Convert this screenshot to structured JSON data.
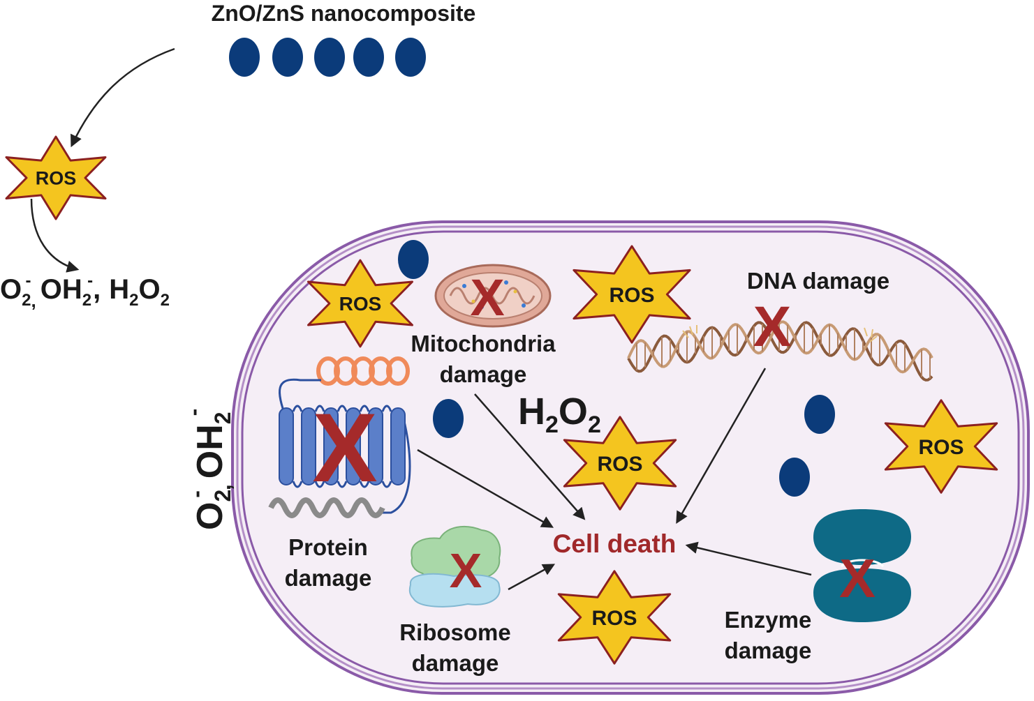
{
  "nanocomposite": {
    "label": "ZnO/ZnS nanocomposite",
    "particle_count": 5
  },
  "ros_label": "ROS",
  "species": {
    "outside": {
      "o2": "O",
      "o2_sub": "2",
      "o2_sup": "-",
      "sep1": ",",
      "oh": "OH",
      "oh_sub": "2",
      "oh_sup": "-",
      "sep2": ",",
      "h2o2_h": "H",
      "h2o2_sub1": "2",
      "h2o2_o": "O",
      "h2o2_sub2": "2"
    },
    "membrane": {
      "o2": "O",
      "o2_sub": "2",
      "o2_sup": "-",
      "sep": ",",
      "oh": "OH",
      "oh_sub": "2",
      "oh_sup": "-"
    },
    "inside_h2o2": {
      "h": "H",
      "sub1": "2",
      "o": "O",
      "sub2": "2"
    }
  },
  "damage": {
    "mitochondria": {
      "line1": "Mitochondria",
      "line2": "damage"
    },
    "dna": {
      "line1": "DNA damage"
    },
    "protein": {
      "line1": "Protein",
      "line2": "damage"
    },
    "ribosome": {
      "line1": "Ribosome",
      "line2": "damage"
    },
    "enzyme": {
      "line1": "Enzyme",
      "line2": "damage"
    }
  },
  "cell_death": "Cell death",
  "colors": {
    "nanoparticle": "#0b3b7a",
    "ros_fill": "#f4c51f",
    "ros_stroke": "#8b2020",
    "membrane": "#8a5aa8",
    "cell_fill": "#f5eef6",
    "x_mark": "#a52a2a",
    "cell_death": "#a0282a",
    "dna": "#8a5a3c",
    "protein": "#5b7fc9",
    "enzyme": "#0e6a86"
  },
  "icons": [
    "nanoparticle-icon",
    "ros-star-icon",
    "mitochondria-icon",
    "dna-icon",
    "protein-icon",
    "ribosome-icon",
    "enzyme-icon",
    "x-mark-icon",
    "arrow-icon"
  ]
}
